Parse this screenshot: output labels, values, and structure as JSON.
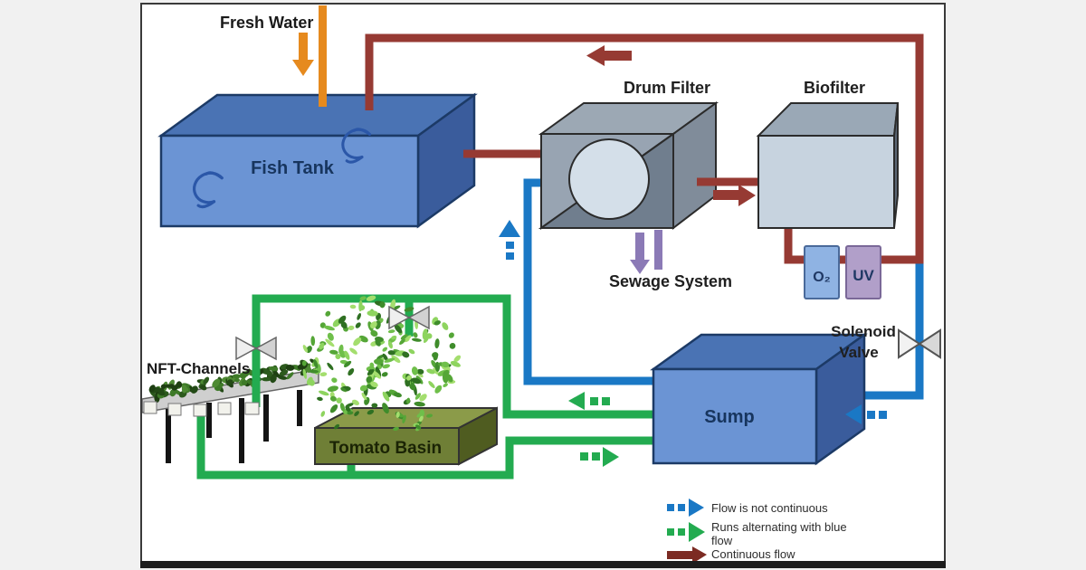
{
  "page": {
    "background": "#f1f1f1",
    "panel_background": "#ffffff"
  },
  "components": {
    "fresh_water": {
      "label": "Fresh Water"
    },
    "fish_tank": {
      "label": "Fish Tank"
    },
    "drum_filter": {
      "label": "Drum Filter"
    },
    "biofilter": {
      "label": "Biofilter"
    },
    "sewage_system": {
      "label": "Sewage System"
    },
    "o2_unit": {
      "label": "O₂"
    },
    "uv_unit": {
      "label": "UV"
    },
    "solenoid_valve": {
      "label_line1": "Solenoid",
      "label_line2": "Valve"
    },
    "sump": {
      "label": "Sump"
    },
    "nft_channels": {
      "label": "NFT-Channels"
    },
    "tomato_basin": {
      "label": "Tomato Basin"
    }
  },
  "legend": {
    "flow_not_continuous": "Flow is not continuous",
    "alternating_line1": "Runs alternating with blue",
    "alternating_line2": "flow",
    "continuous": "Continuous flow"
  },
  "flow_colors": {
    "not_continuous": "#1a78c5",
    "alternating": "#23ab50",
    "continuous": "#963a33",
    "continuous_legend": "#7c2b23",
    "fresh_water": "#e68a1e",
    "sewage": "#8b7ab6"
  }
}
